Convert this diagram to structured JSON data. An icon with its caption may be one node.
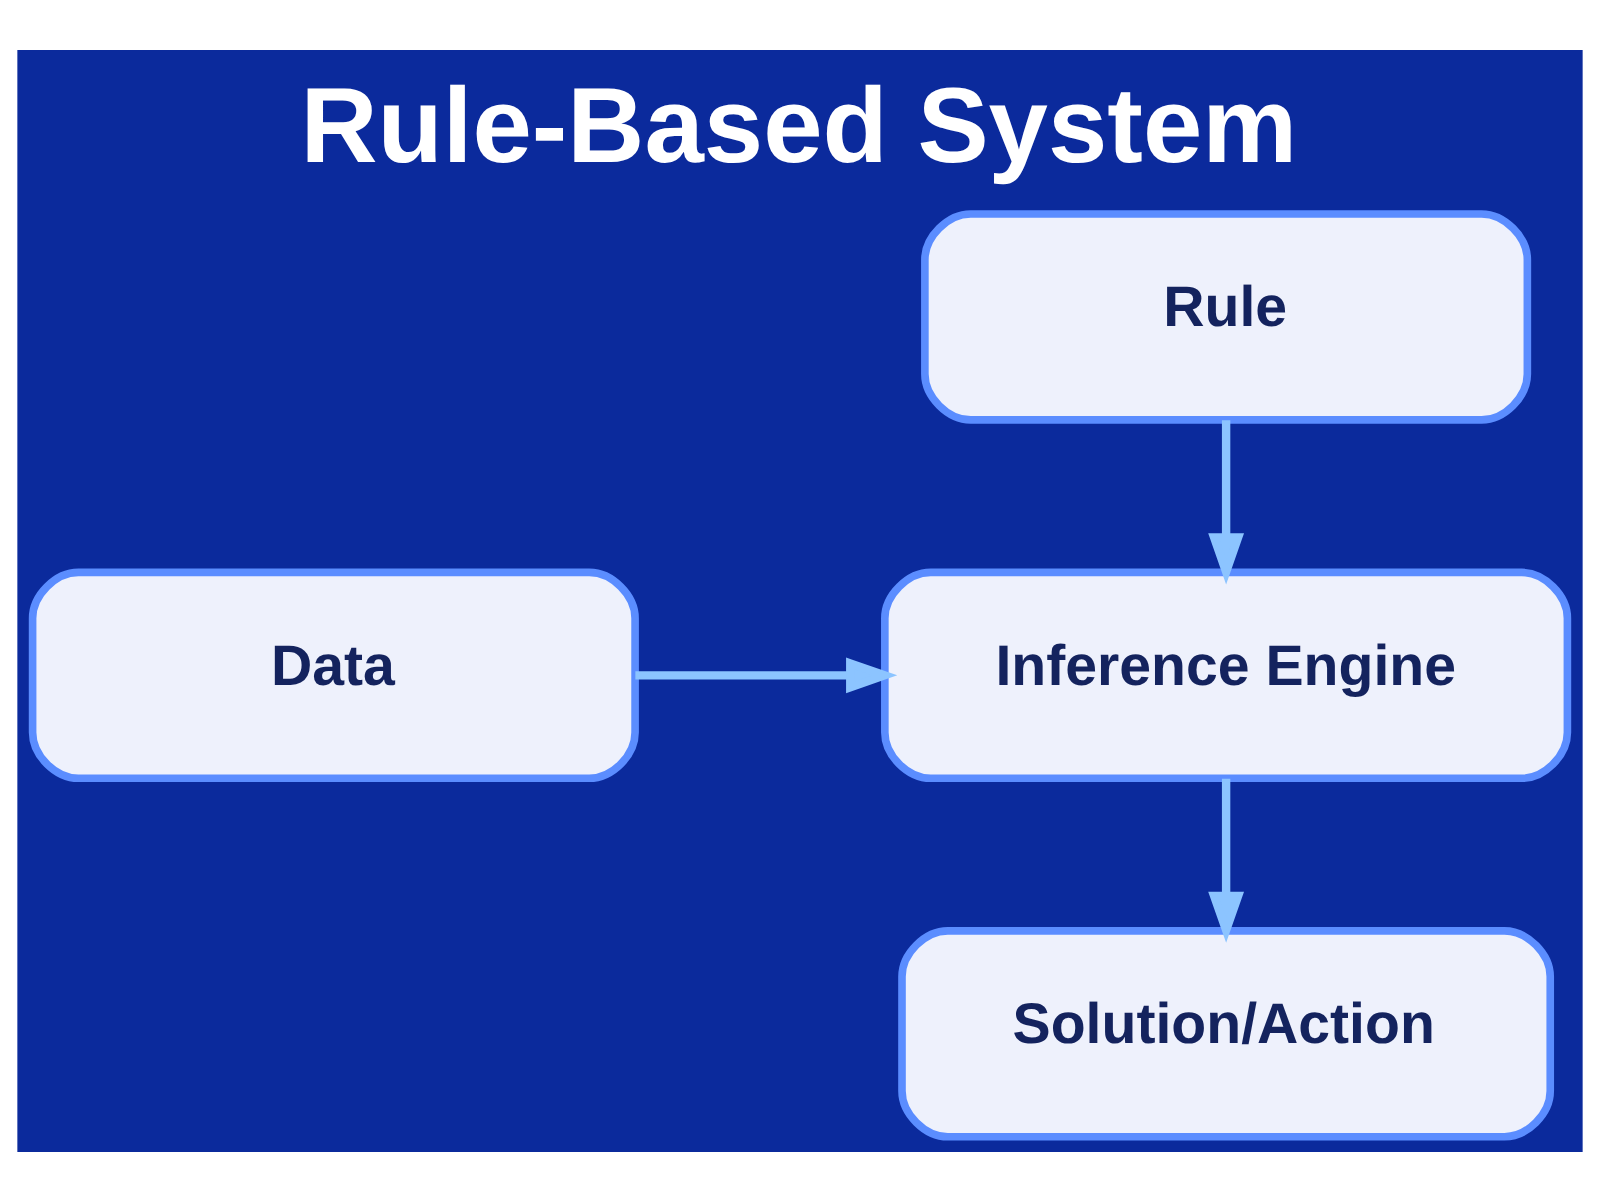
{
  "diagram": {
    "title": "Rule-Based System",
    "nodes": [
      {
        "text": [
          "Rule"
        ]
      },
      {
        "text": [
          "Data"
        ]
      },
      {
        "text": [
          "Inference Engine"
        ]
      },
      {
        "text": [
          "Solution/Action"
        ]
      }
    ],
    "edges": [
      {
        "from": 0,
        "to": 2,
        "arrow": "to"
      },
      {
        "from": 1,
        "to": 2,
        "arrow": "to"
      },
      {
        "from": 2,
        "to": 3,
        "arrow": "to"
      }
    ]
  }
}
